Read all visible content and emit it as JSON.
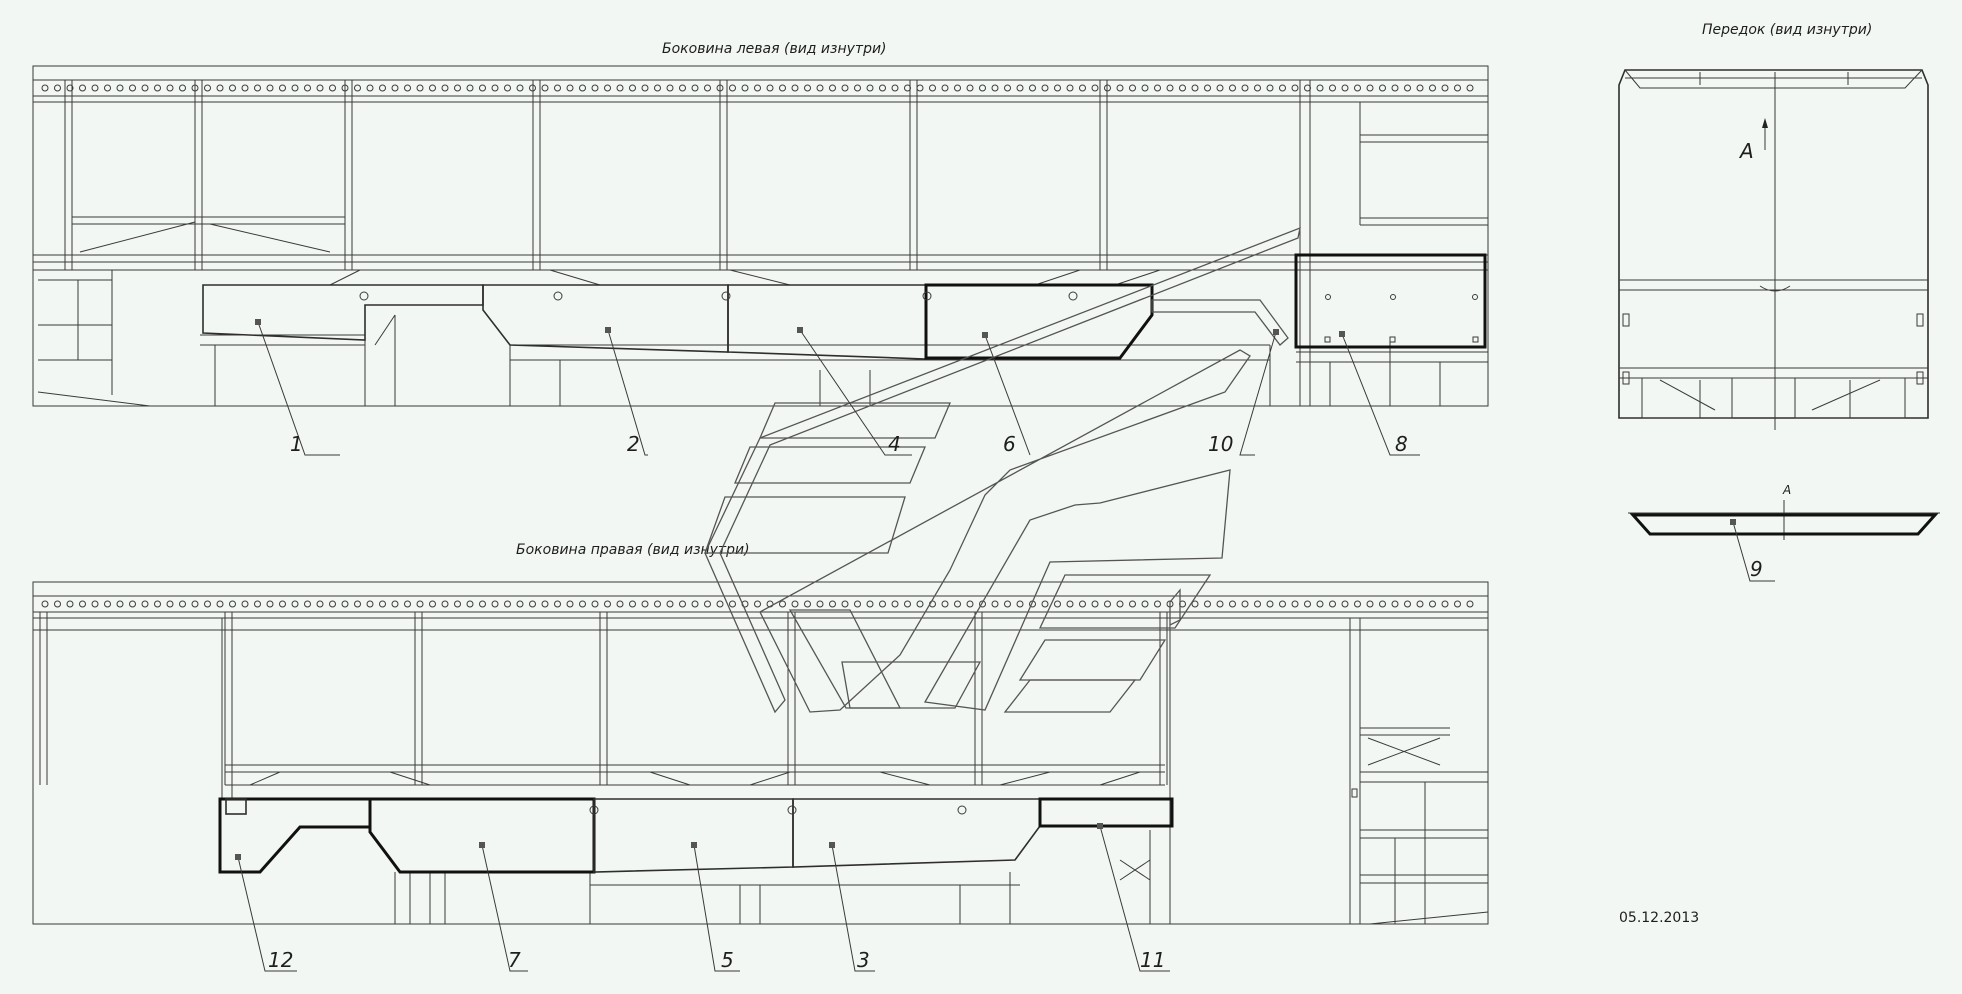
{
  "titles": {
    "left_side": "Боковина левая (вид изнутри)",
    "right_side": "Боковина правая (вид изнутри)",
    "front": "Передок (вид изнутри)"
  },
  "section_marks": {
    "arrow_label": "A",
    "section_label": "A"
  },
  "date": "05.12.2013",
  "callouts": {
    "c1": "1",
    "c2": "2",
    "c3": "3",
    "c4": "4",
    "c5": "5",
    "c6": "6",
    "c7": "7",
    "c8": "8",
    "c9": "9",
    "c10": "10",
    "c11": "11",
    "c12": "12"
  }
}
